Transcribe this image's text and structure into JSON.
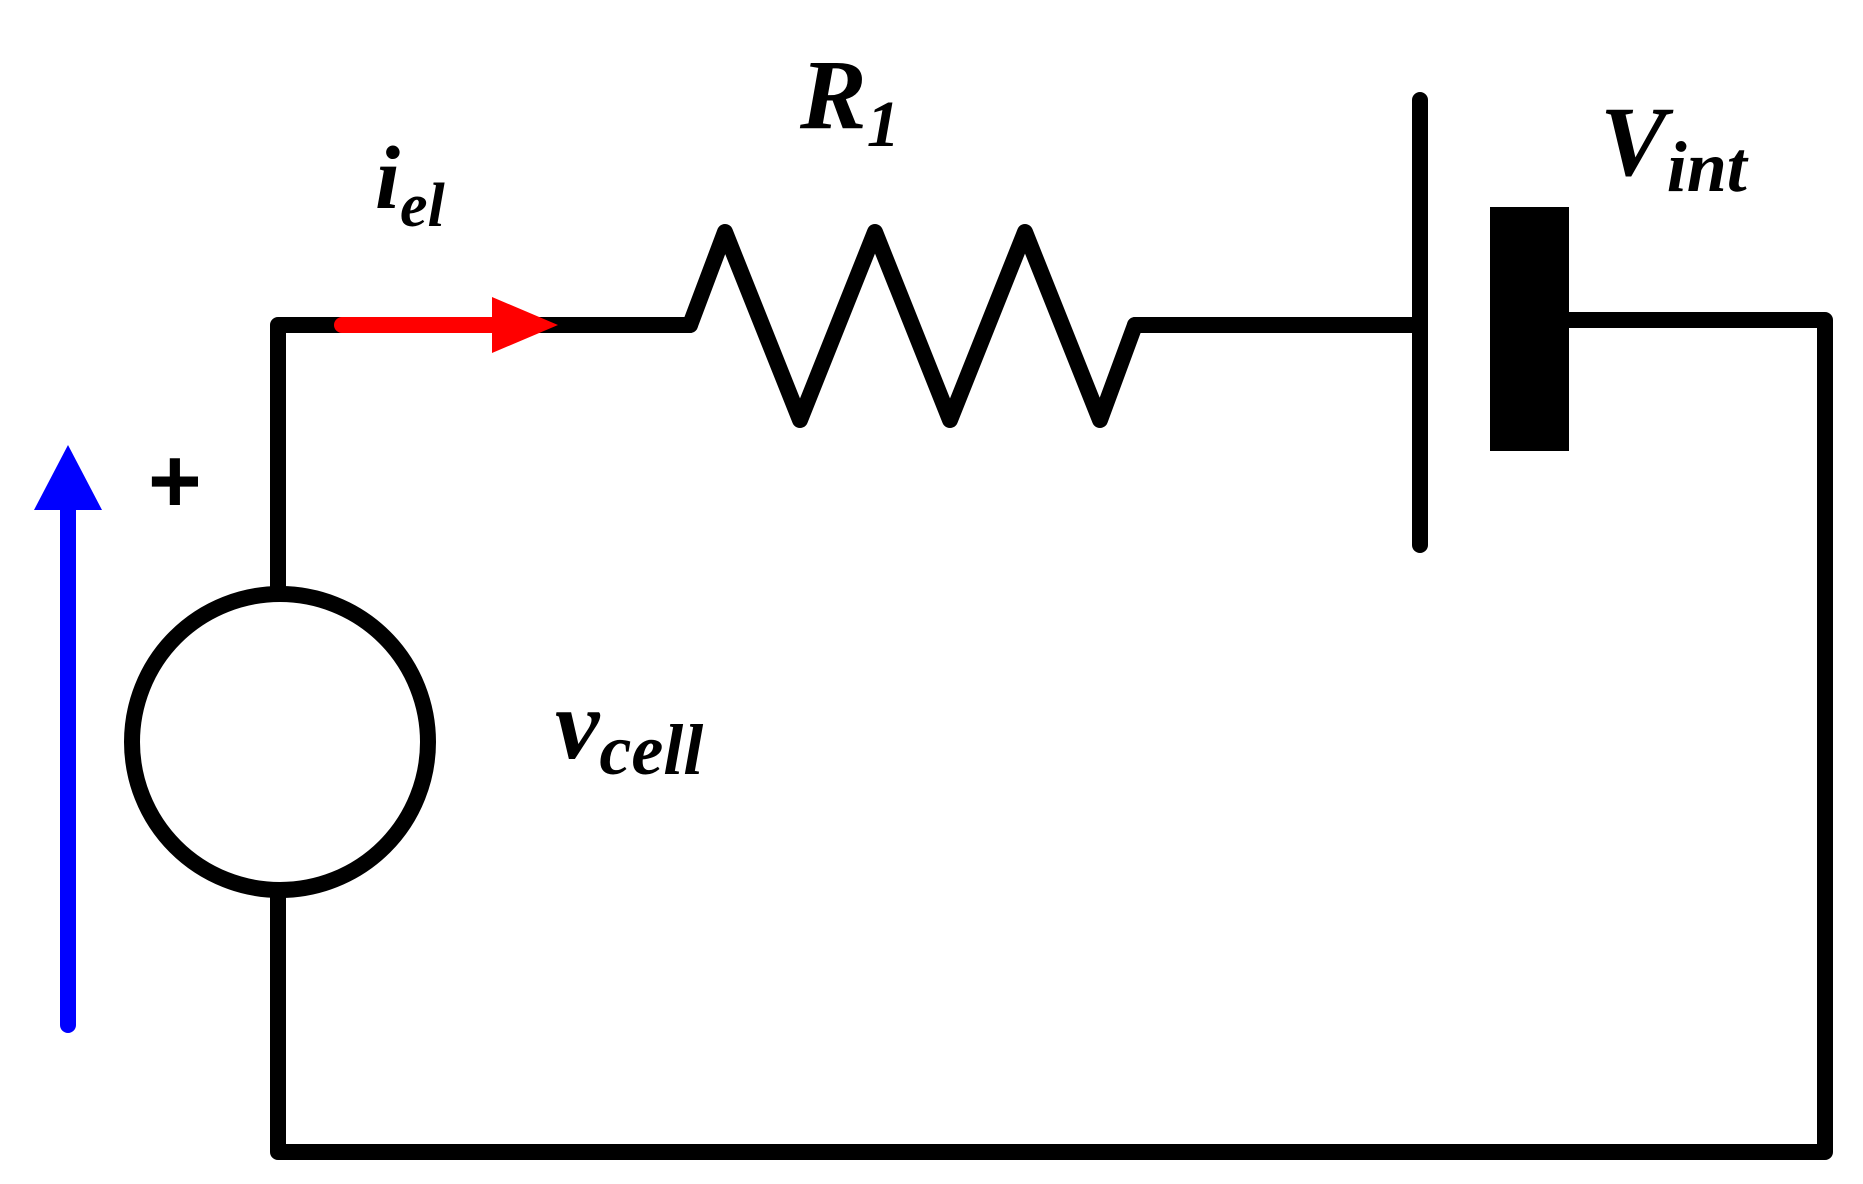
{
  "diagram": {
    "labels": {
      "current_main": "i",
      "current_sub": "el",
      "resistor_main": "R",
      "resistor_sub": "1",
      "internal_voltage_main": "V",
      "internal_voltage_sub": "int",
      "cell_voltage_main": "v",
      "cell_voltage_sub": "cell",
      "polarity": "+"
    },
    "colors": {
      "wire": "#000000",
      "current_arrow": "#ff0000",
      "voltage_arrow": "#0000ff",
      "background": "#ffffff"
    }
  }
}
